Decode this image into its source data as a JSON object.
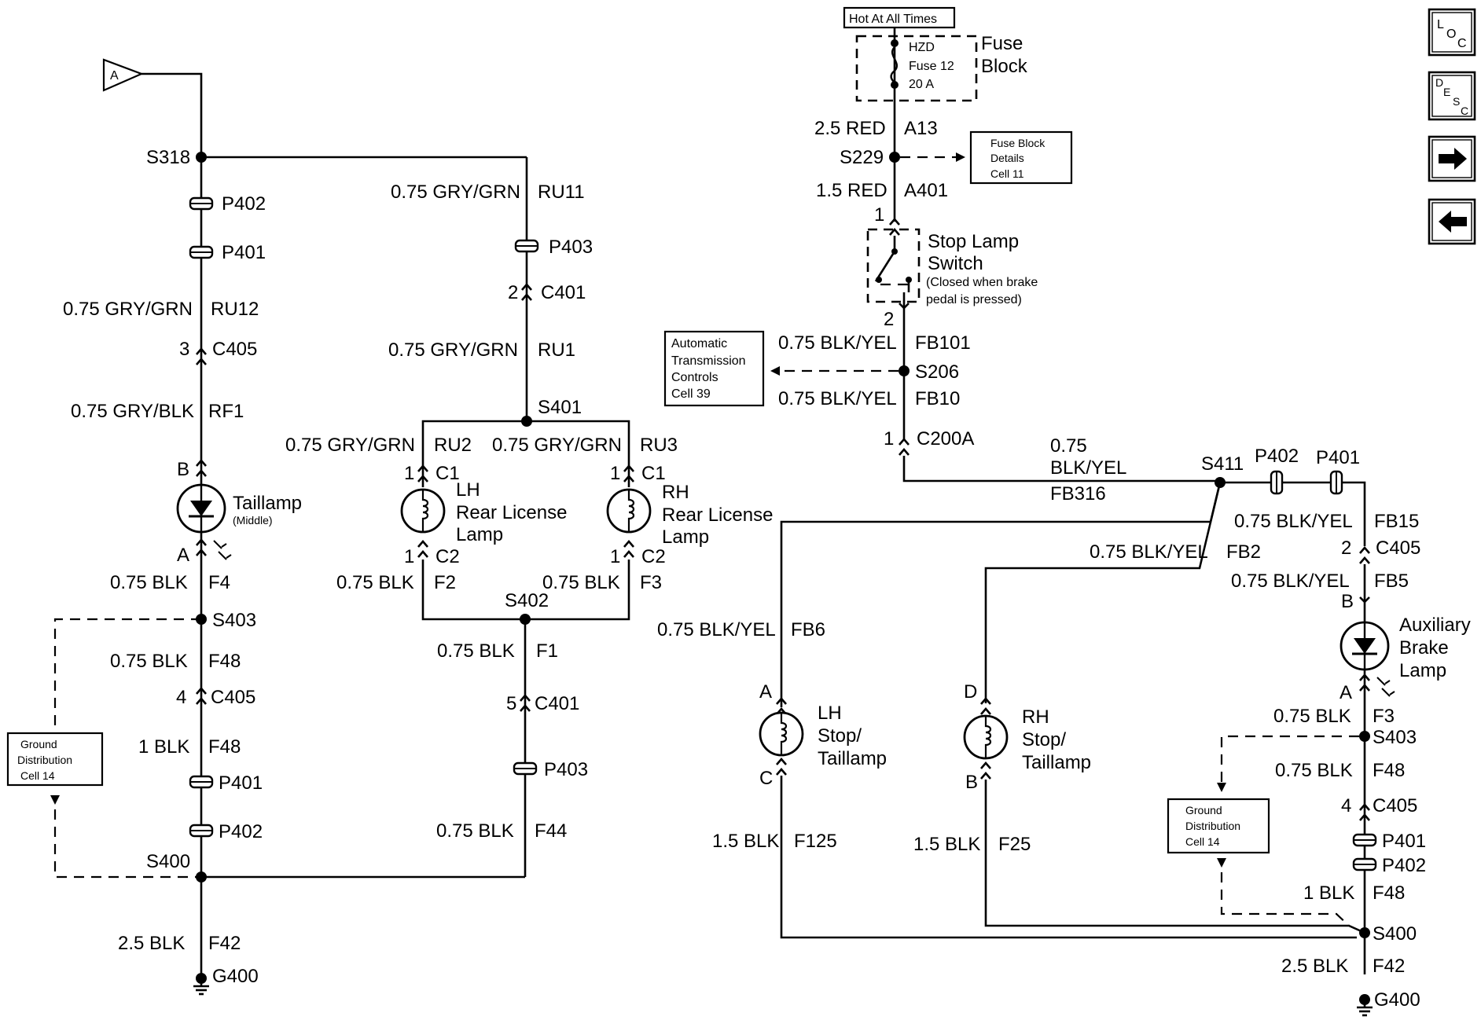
{
  "nav": {
    "loc": {
      "l": "L",
      "o": "O",
      "c": "C"
    },
    "desc": {
      "d": "D",
      "e": "E",
      "s": "S",
      "c": "C"
    },
    "forward": "forward-arrow-icon",
    "back": "back-arrow-icon"
  },
  "left": {
    "ref_a": "A",
    "s318": "S318",
    "p402a": "P402",
    "p401a": "P401",
    "ru12_color": "0.75 GRY/GRN",
    "ru12": "RU12",
    "c405_pin": "3",
    "c405": "C405",
    "rf1_color": "0.75 GRY/BLK",
    "rf1": "RF1",
    "tail_b": "B",
    "taillamp": "Taillamp",
    "middle": "(Middle)",
    "tail_a": "A",
    "f4_color": "0.75 BLK",
    "f4": "F4",
    "s403": "S403",
    "f48_color": "0.75 BLK",
    "f48": "F48",
    "c405b_pin": "4",
    "c405b": "C405",
    "f48b_color": "1 BLK",
    "f48b": "F48",
    "p401b": "P401",
    "p402b": "P402",
    "s400": "S400",
    "f42_color": "2.5 BLK",
    "f42": "F42",
    "g400": "G400",
    "gd_line1": "Ground",
    "gd_line2": "Distribution",
    "gd_line3": "Cell 14",
    "ru11_color": "0.75 GRY/GRN",
    "ru11": "RU11",
    "p403a": "P403",
    "c401_pin": "2",
    "c401": "C401",
    "ru1_color": "0.75 GRY/GRN",
    "ru1": "RU1",
    "s401": "S401",
    "ru2_color": "0.75 GRY/GRN",
    "ru2": "RU2",
    "ru3_color": "0.75 GRY/GRN",
    "ru3": "RU3",
    "lh_c1_pin": "1",
    "lh_c1": "C1",
    "rh_c1_pin": "1",
    "rh_c1": "C1",
    "lh_lamp1": "LH",
    "lh_lamp2": "Rear License",
    "lh_lamp3": "Lamp",
    "rh_lamp1": "RH",
    "rh_lamp2": "Rear License",
    "rh_lamp3": "Lamp",
    "lh_c2_pin": "1",
    "lh_c2": "C2",
    "rh_c2_pin": "1",
    "rh_c2": "C2",
    "f2_color": "0.75 BLK",
    "f2": "F2",
    "f3_color": "0.75 BLK",
    "f3": "F3",
    "s402": "S402",
    "f1_color": "0.75 BLK",
    "f1": "F1",
    "c401b_pin": "5",
    "c401b": "C401",
    "p403b": "P403",
    "f44_color": "0.75 BLK",
    "f44": "F44"
  },
  "right": {
    "hot": "Hot At All Times",
    "fuse_name": "HZD",
    "fuse_num": "Fuse 12",
    "fuse_amp": "20 A",
    "fuse_block1": "Fuse",
    "fuse_block2": "Block",
    "a13_color": "2.5 RED",
    "a13": "A13",
    "s229": "S229",
    "fbd1": "Fuse Block",
    "fbd2": "Details",
    "fbd3": "Cell 11",
    "a401_color": "1.5 RED",
    "a401": "A401",
    "sw_pin1": "1",
    "sw1": "Stop Lamp",
    "sw2": "Switch",
    "sw3": "(Closed when brake",
    "sw4": "pedal is pressed)",
    "sw_pin2": "2",
    "atc1": "Automatic",
    "atc2": "Transmission",
    "atc3": "Controls",
    "atc4": "Cell 39",
    "fb101_color": "0.75 BLK/YEL",
    "fb101": "FB101",
    "s206": "S206",
    "fb10_color": "0.75 BLK/YEL",
    "fb10": "FB10",
    "c200a_pin": "1",
    "c200a": "C200A",
    "fb316_c1": "0.75",
    "fb316_c2": "BLK/YEL",
    "fb316": "FB316",
    "s411": "S411",
    "p402": "P402",
    "p401": "P401",
    "fb15_color": "0.75 BLK/YEL",
    "fb15": "FB15",
    "c405_pin": "2",
    "c405": "C405",
    "fb2_color": "0.75 BLK/YEL",
    "fb2": "FB2",
    "fb5_color": "0.75 BLK/YEL",
    "fb5": "FB5",
    "aux_b": "B",
    "aux1": "Auxiliary",
    "aux2": "Brake",
    "aux3": "Lamp",
    "aux_a": "A",
    "fb6_color": "0.75 BLK/YEL",
    "fb6": "FB6",
    "lh_a": "A",
    "lh1": "LH",
    "lh2": "Stop/",
    "lh3": "Taillamp",
    "lh_c": "C",
    "rh_d": "D",
    "rh1": "RH",
    "rh2": "Stop/",
    "rh3": "Taillamp",
    "rh_b": "B",
    "f3_color": "0.75 BLK",
    "f3": "F3",
    "s403": "S403",
    "f48_color": "0.75 BLK",
    "f48": "F48",
    "c405b_pin": "4",
    "c405b": "C405",
    "p401b": "P401",
    "p402b": "P402",
    "f48b_color": "1 BLK",
    "f48b": "F48",
    "gd_line1": "Ground",
    "gd_line2": "Distribution",
    "gd_line3": "Cell 14",
    "f125_color": "1.5 BLK",
    "f125": "F125",
    "f25_color": "1.5 BLK",
    "f25": "F25",
    "s400": "S400",
    "f42_color": "2.5 BLK",
    "f42": "F42",
    "g400": "G400"
  }
}
